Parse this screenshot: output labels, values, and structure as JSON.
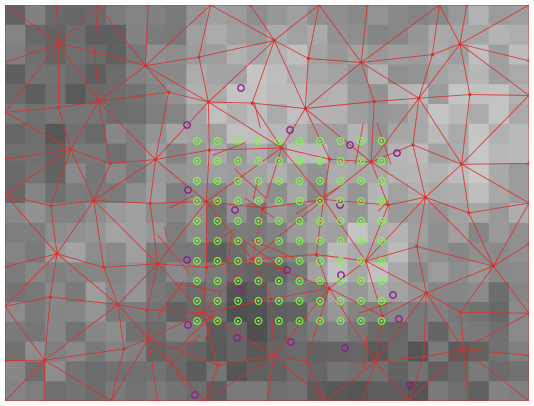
{
  "figure": {
    "kind": "pixelated grayscale image with triangulation mesh overlay",
    "pixel_grid": {
      "cols": 26,
      "rows": 20
    },
    "colors": {
      "mesh_edge": "#d9302f",
      "mesh_vertex": "#d9302f",
      "boundary_vertex": "#8a1f8c",
      "sample_point": "#7cff3a"
    },
    "sample_grid": {
      "cols": 10,
      "rows": 10
    }
  }
}
